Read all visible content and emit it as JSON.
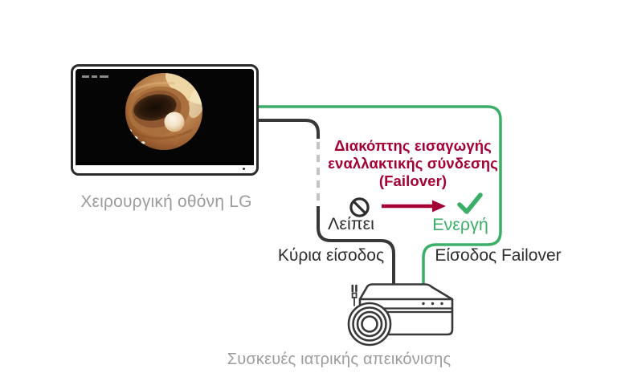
{
  "colors": {
    "accent_green": "#3BAE68",
    "accent_red": "#A50034",
    "line_dark": "#383838",
    "dash_gray": "#C4C4C4",
    "caption_gray": "#9C9C9C",
    "label_dark": "#2E2E2E"
  },
  "monitor": {
    "caption": "Χειρουργική οθόνη LG",
    "screen_content": "endoscopy-image"
  },
  "switch_note": {
    "line1": "Διακόπτης εισαγωγής",
    "line2": "εναλλακτικής σύνδεσης",
    "line3": "(Failover)"
  },
  "inputs": {
    "main": {
      "label": "Κύρια είσοδος",
      "status": "Λείπει",
      "status_icon": "prohibition-icon"
    },
    "failover": {
      "label": "Είσοδος Failover",
      "status": "Ενεργή",
      "status_icon": "check-icon"
    }
  },
  "transition_icon": "arrow-right-icon",
  "device": {
    "caption": "Συσκευές ιατρικής απεικόνισης"
  }
}
